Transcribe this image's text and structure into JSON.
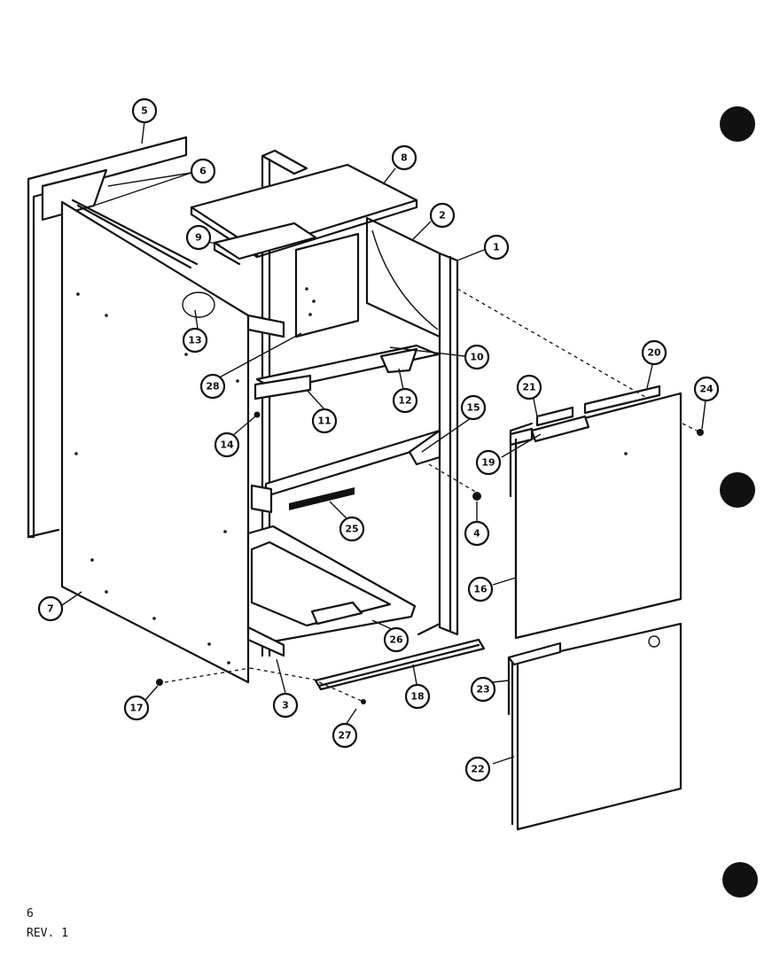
{
  "diagram": {
    "callouts": [
      {
        "id": "1",
        "label": "1"
      },
      {
        "id": "2",
        "label": "2"
      },
      {
        "id": "3",
        "label": "3"
      },
      {
        "id": "4",
        "label": "4"
      },
      {
        "id": "5",
        "label": "5"
      },
      {
        "id": "6",
        "label": "6"
      },
      {
        "id": "7",
        "label": "7"
      },
      {
        "id": "8",
        "label": "8"
      },
      {
        "id": "9",
        "label": "9"
      },
      {
        "id": "10",
        "label": "10"
      },
      {
        "id": "11",
        "label": "11"
      },
      {
        "id": "12",
        "label": "12"
      },
      {
        "id": "13",
        "label": "13"
      },
      {
        "id": "14",
        "label": "14"
      },
      {
        "id": "15",
        "label": "15"
      },
      {
        "id": "16",
        "label": "16"
      },
      {
        "id": "17",
        "label": "17"
      },
      {
        "id": "18",
        "label": "18"
      },
      {
        "id": "19",
        "label": "19"
      },
      {
        "id": "20",
        "label": "20"
      },
      {
        "id": "21",
        "label": "21"
      },
      {
        "id": "22",
        "label": "22"
      },
      {
        "id": "23",
        "label": "23"
      },
      {
        "id": "24",
        "label": "24"
      },
      {
        "id": "25",
        "label": "25"
      },
      {
        "id": "26",
        "label": "26"
      },
      {
        "id": "27",
        "label": "27"
      },
      {
        "id": "28",
        "label": "28"
      }
    ]
  },
  "footer": {
    "page_number": "6",
    "revision": "REV. 1"
  }
}
